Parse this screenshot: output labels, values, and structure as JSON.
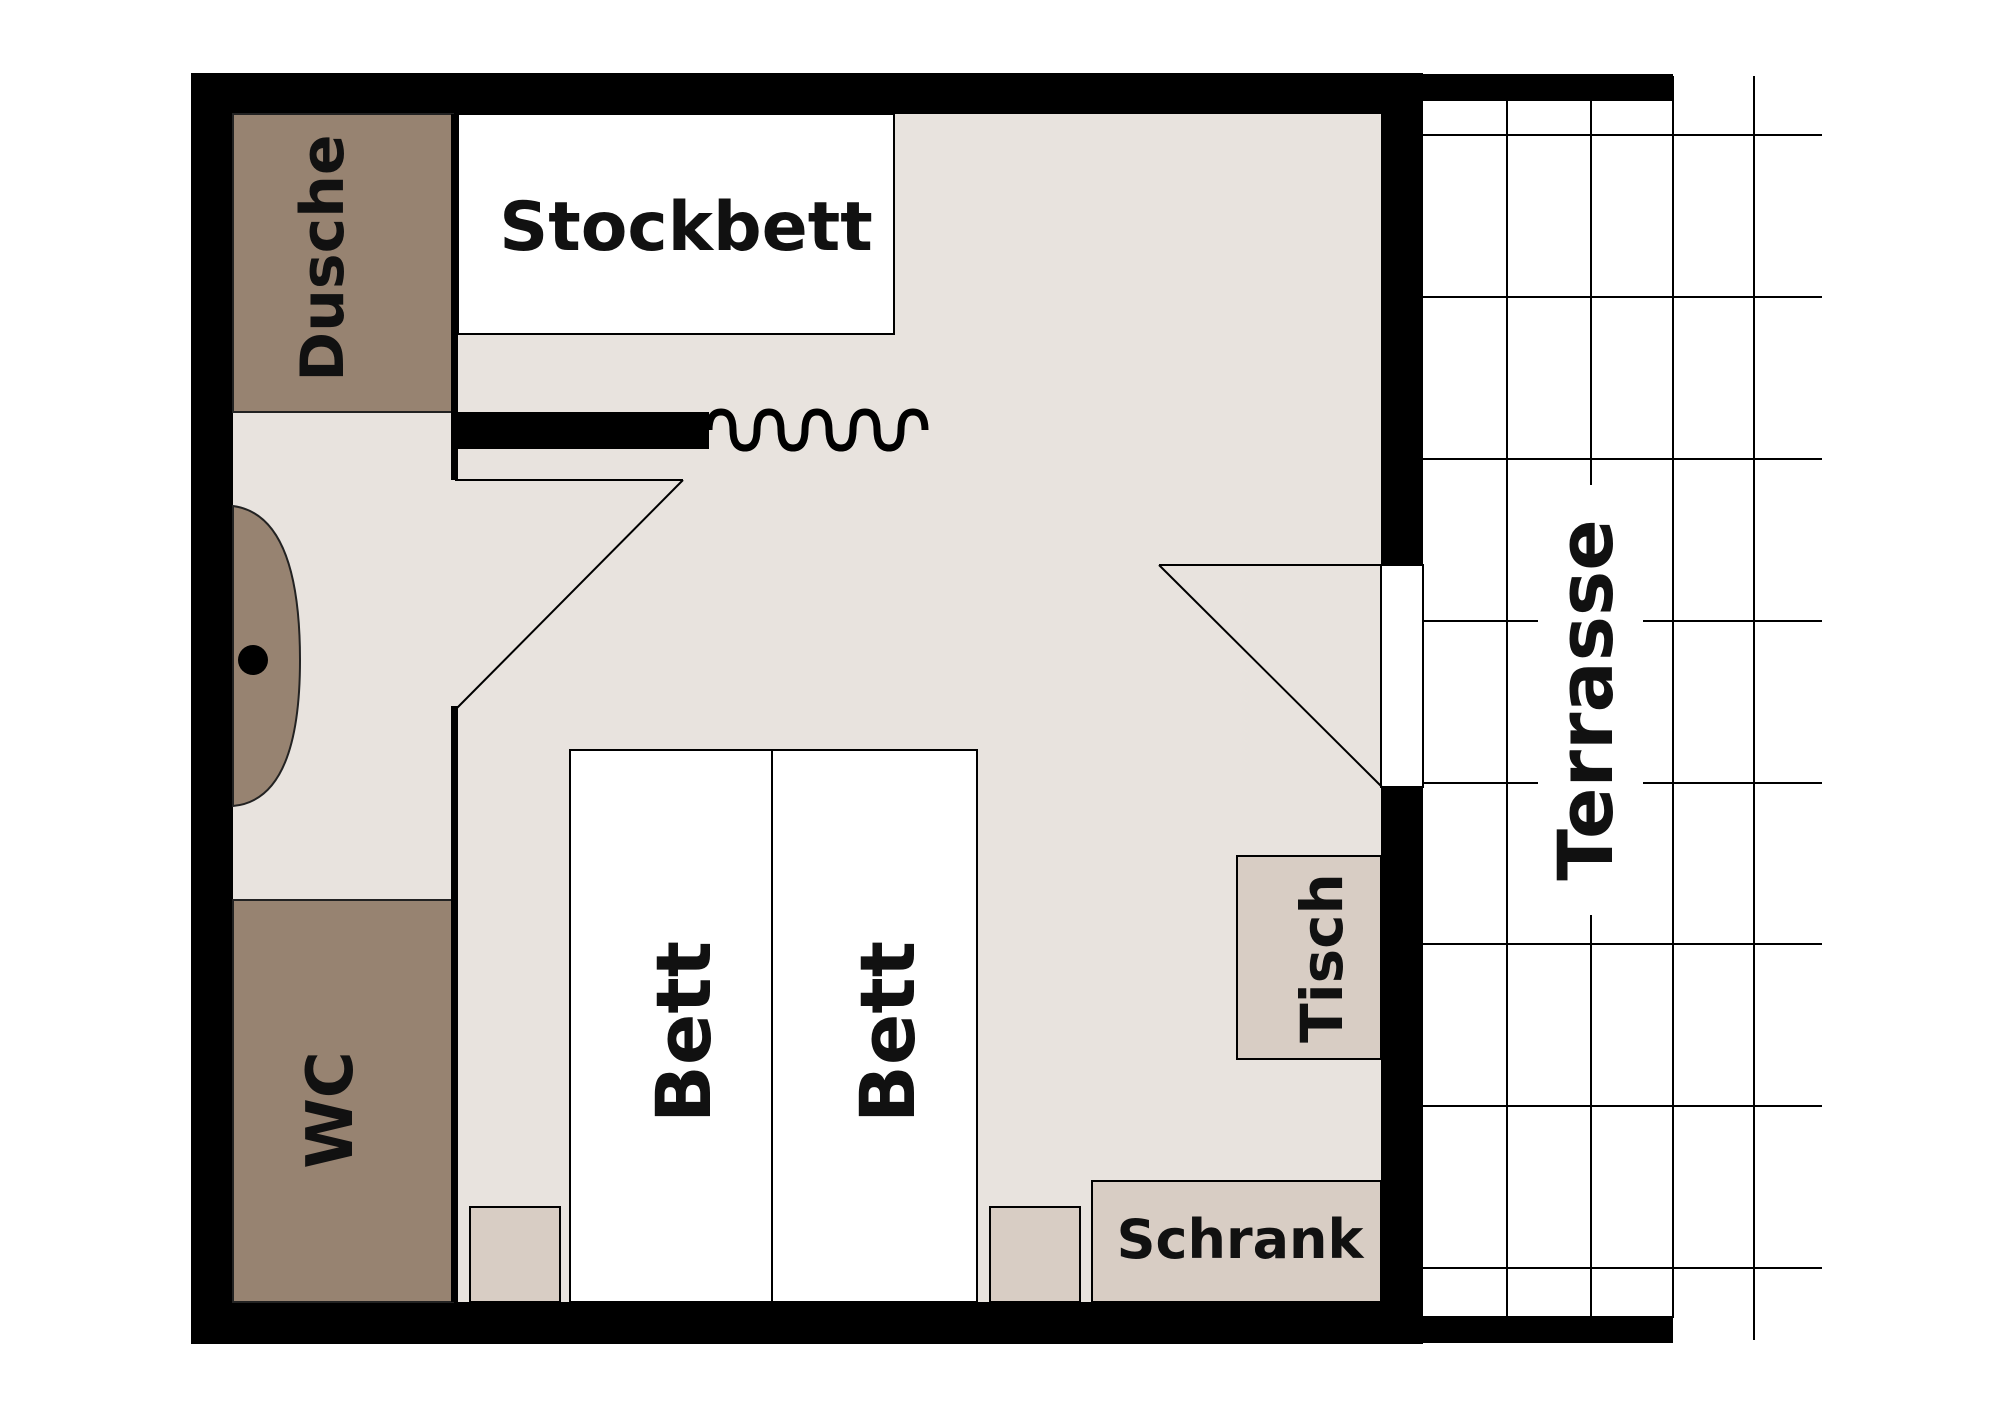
{
  "labels": {
    "shower": "Dusche",
    "bunk_bed": "Stockbett",
    "wc": "WC",
    "bed_left": "Bett",
    "bed_right": "Bett",
    "table": "Tisch",
    "wardrobe": "Schrank",
    "terrace": "Terrasse"
  },
  "colors": {
    "wall": "#000000",
    "room_floor": "#e8e3de",
    "bathroom_fixture": "#978371",
    "furniture_light": "#d8cdc4",
    "furniture_white": "#ffffff",
    "terrace_grid": "#000000"
  }
}
